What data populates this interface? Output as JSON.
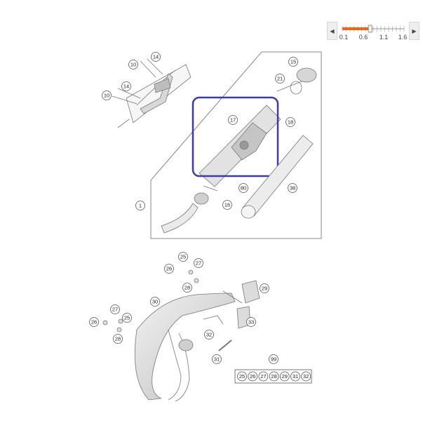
{
  "zoom": {
    "prev_icon": "chevron-left-icon",
    "next_icon": "chevron-right-icon",
    "prev_glyph": "◀",
    "next_glyph": "▶",
    "tick_labels": [
      "0.1",
      "0.6",
      "1.1",
      "1.6"
    ],
    "level_fraction": 0.45,
    "accent_color": "#e8661e"
  },
  "highlight_color": "#3a3aa8",
  "callouts": {
    "c14a": "14",
    "c10a": "10",
    "c10b": "10",
    "c14b": "14",
    "c15": "15",
    "c21": "21",
    "c17": "17",
    "c18": "18",
    "c80": "80",
    "c16": "16",
    "c38": "38",
    "c1": "1",
    "c25a": "25",
    "c26a": "26",
    "c27a": "27",
    "c28a": "28",
    "c29": "29",
    "c30": "30",
    "c27b": "27",
    "c26b": "26",
    "c25b": "25",
    "c28b": "28",
    "c33": "33",
    "c32": "32",
    "c31": "31",
    "c99": "99"
  },
  "kit_items": [
    "25",
    "26",
    "27",
    "28",
    "29",
    "31",
    "32"
  ]
}
